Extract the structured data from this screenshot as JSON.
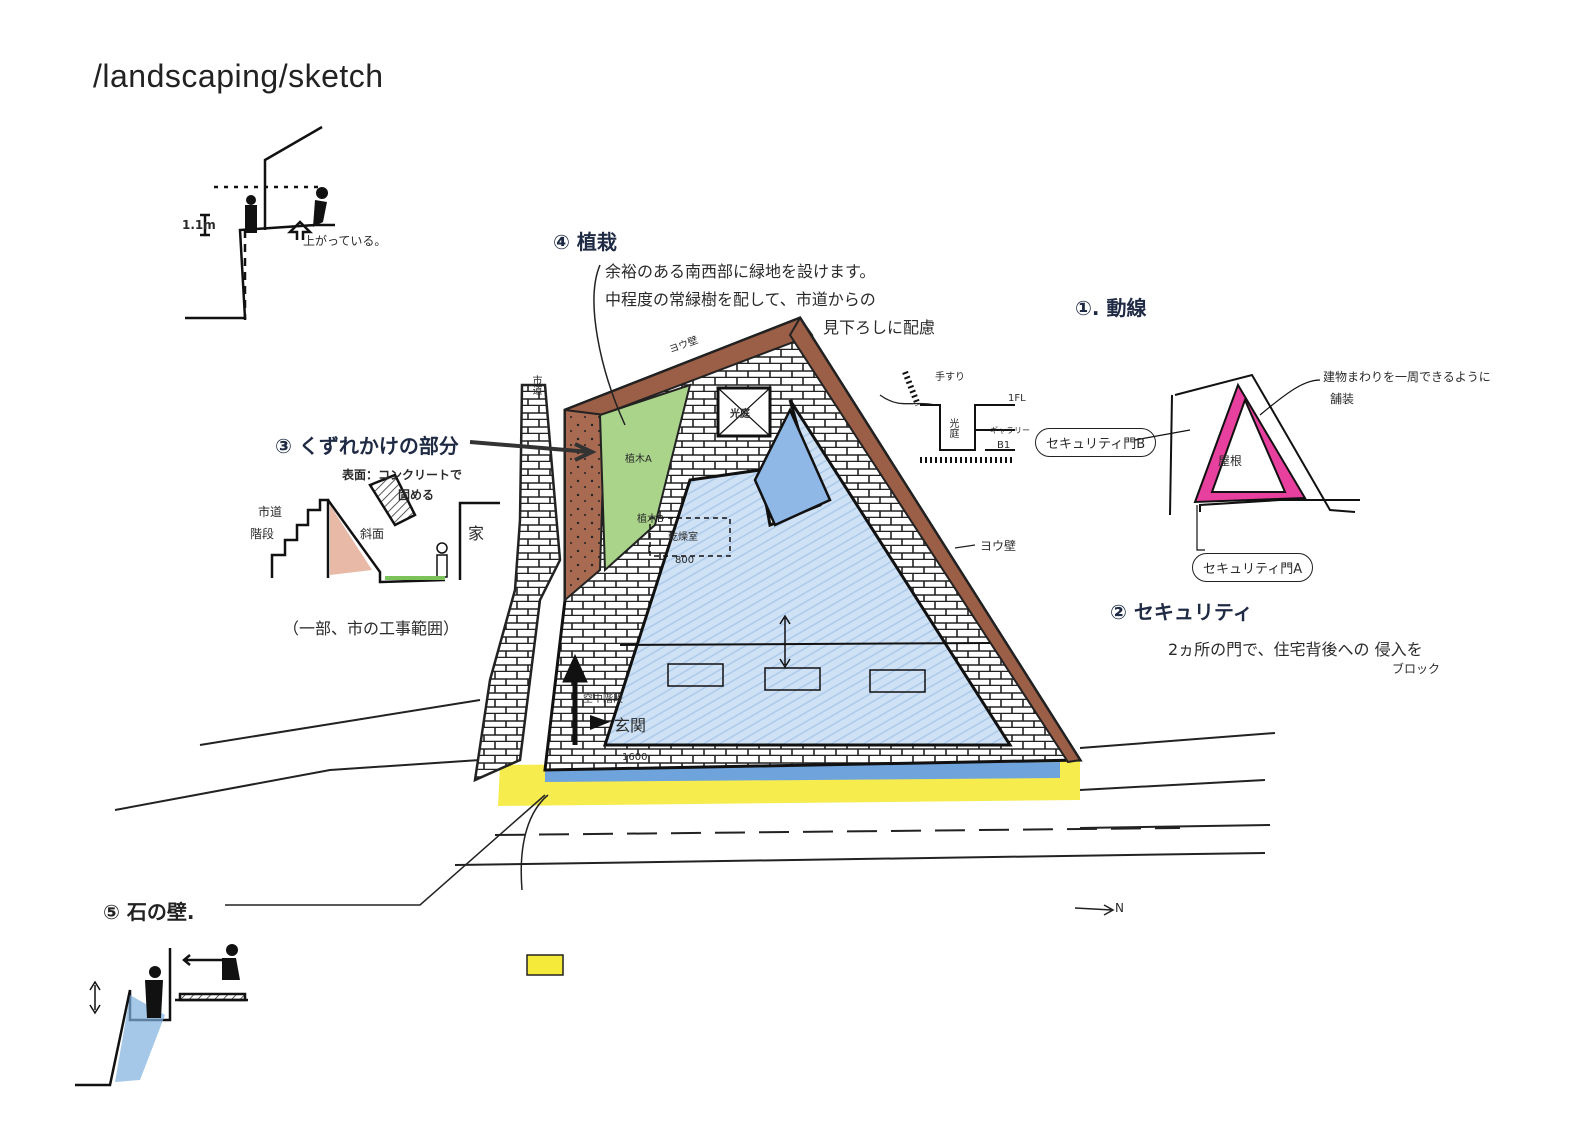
{
  "title": "/landscaping/sketch",
  "colors": {
    "roof_blue": "#bcd6ef",
    "garden_green": "#a9d48a",
    "retaining_wall_brown": "#a0674e",
    "paving_yellow": "#f5ea3a",
    "circulation_pink": "#e8409e",
    "stone_wall_blue": "#7fb0e0",
    "ink": "#1a1a1a"
  },
  "section_top": {
    "height_label": "1.1m",
    "note": "上がっている。"
  },
  "item1": {
    "heading": "①. 動線",
    "note_line1": "建物まわりを一周できるように",
    "note_line2": "舗装",
    "roof_label": "屋根",
    "gate_b": "セキュリティ門B",
    "gate_a": "セキュリティ門A"
  },
  "item2": {
    "heading": "② セキュリティ",
    "note_line1": "2ヵ所の門で、住宅背後への 侵入を",
    "note_line2": "ブロック"
  },
  "item3": {
    "heading": "③ くずれかけの部分",
    "surface_note_line1": "表面：コンクリートで",
    "surface_note_line2": "固める",
    "stairs_label_line1": "市道",
    "stairs_label_line2": "階段",
    "slope_label": "斜面",
    "house_label": "家",
    "footnote": "（一部、市の工事範囲）"
  },
  "item4": {
    "heading": "④ 植栽",
    "note_line1": "余裕のある南西部に緑地を設けます。",
    "note_line2": "中程度の常緑樹を配して、市道からの",
    "note_line3": "見下ろしに配慮"
  },
  "item5": {
    "heading": "⑤ 石の壁."
  },
  "plan": {
    "retaining_wall_top": "ヨウ壁",
    "retaining_wall_right": "ヨウ壁",
    "city_road": "市道",
    "tree_a": "植木A",
    "tree_b": "植木B",
    "light_court": "光庭",
    "drying_room": "乾燥室",
    "dim_800": "800",
    "entrance": "玄関",
    "entrance_stairs": "空中階段",
    "dim_1600": "1600",
    "north_arrow": "N"
  },
  "court_section": {
    "handrail": "手すり",
    "light_court": "光庭",
    "level_1": "1FL",
    "gallery": "ギャラリー",
    "level_b1": "B1"
  }
}
